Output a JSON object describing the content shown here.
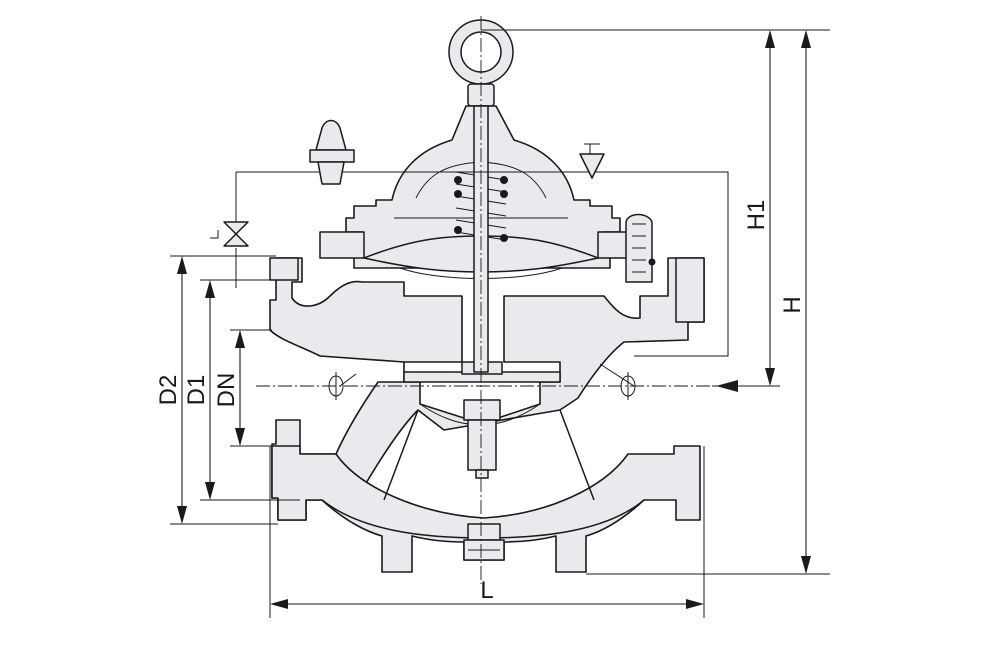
{
  "dimensions": {
    "overall_height": "H",
    "upper_height": "H1",
    "flange_outer_diameter": "D2",
    "bolt_circle_diameter": "D1",
    "nominal_diameter": "DN",
    "face_to_face_length": "L"
  },
  "colors": {
    "line": "#1a1a1a",
    "body_fill": "#e9eaee",
    "background": "#ffffff"
  }
}
